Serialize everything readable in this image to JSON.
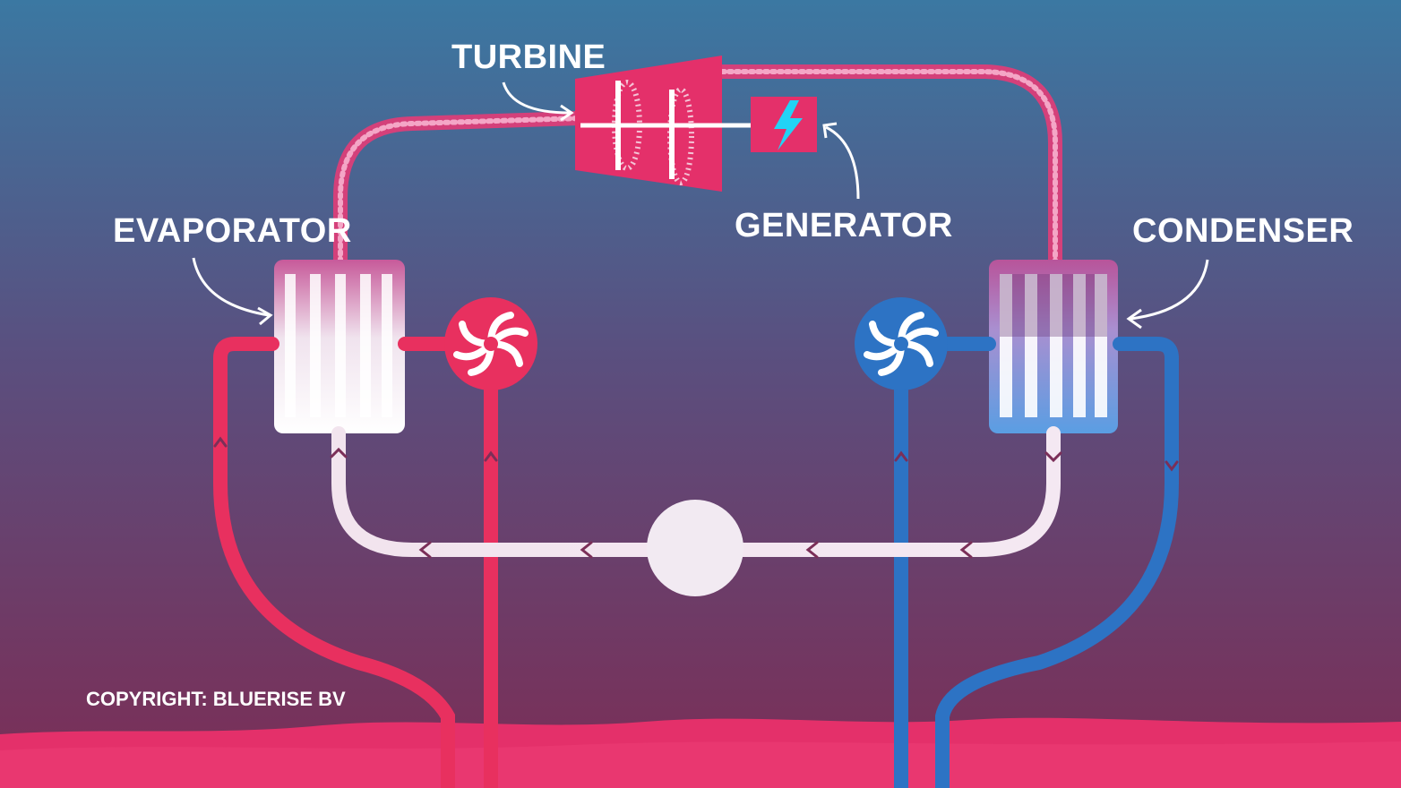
{
  "labels": {
    "turbine": "TURBINE",
    "generator": "GENERATOR",
    "evaporator": "EVAPORATOR",
    "condenser": "CONDENSER",
    "copyright": "COPYRIGHT: BLUERISE BV"
  },
  "colors": {
    "background_top": "#3c77a0",
    "background_mid": "#5b4d7c",
    "background_bottom": "#7b2f58",
    "ocean": "#e6306a",
    "warm_pipe": "#e8305f",
    "cold_pipe": "#2d73c4",
    "working_fluid": "#f2e6f0",
    "generator_bolt": "#22d3f5"
  },
  "icons": {
    "generator": "lightning-bolt-icon",
    "pumps": "fan-impeller-icon"
  }
}
